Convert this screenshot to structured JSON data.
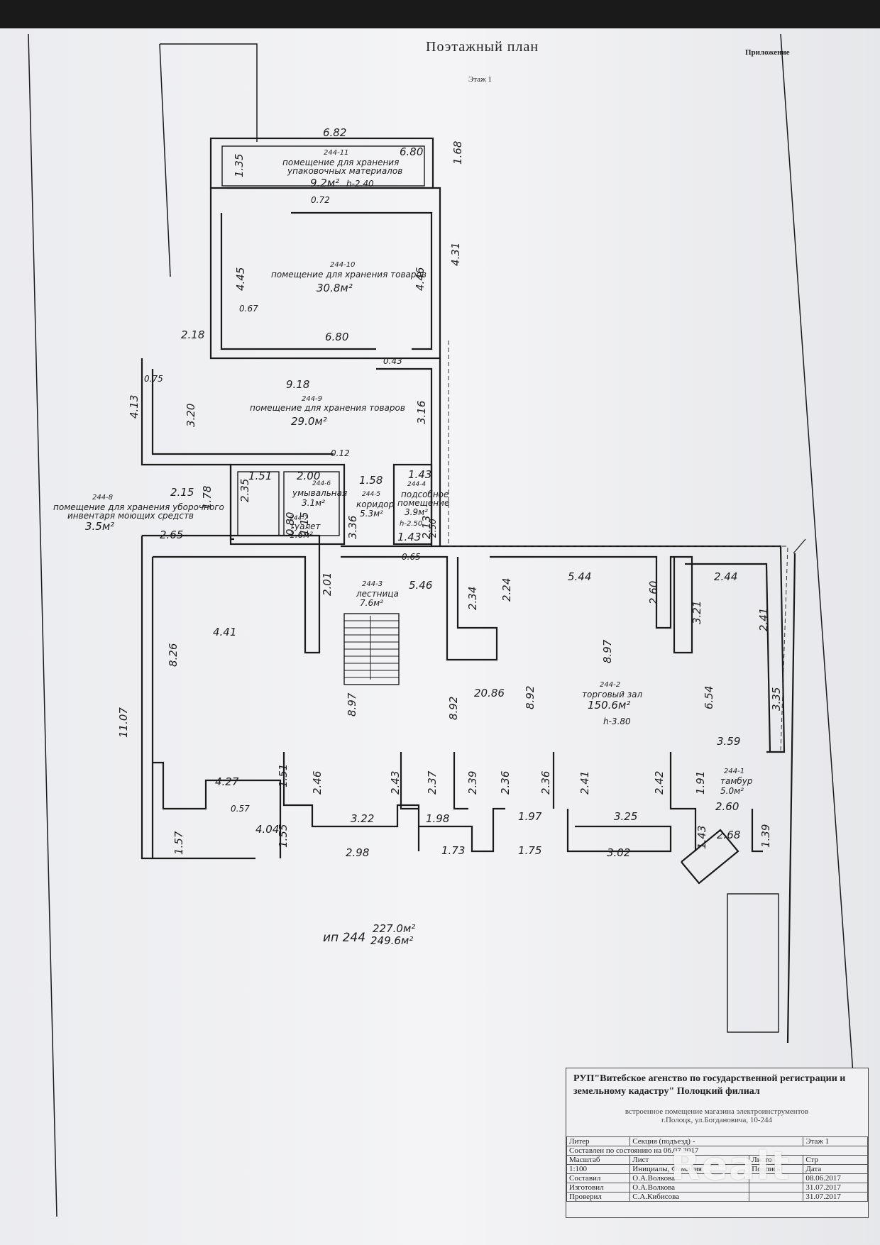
{
  "header": {
    "title": "Поэтажный план",
    "appendix": "Приложение",
    "floor": "Этаж   1"
  },
  "rooms": {
    "r11_id": "244-11",
    "r11_name1": "помещение для хранения",
    "r11_name2": "упаковочных материалов",
    "r11_area": "9.2м²",
    "r11_height": "h-2.40",
    "r10_id": "244-10",
    "r10_name": "помещение для хранения товаров",
    "r10_area": "30.8м²",
    "r9_id": "244-9",
    "r9_name": "помещение для хранения товаров",
    "r9_area": "29.0м²",
    "r8_id": "244-8",
    "r8_name1": "помещение для хранения уборочного",
    "r8_name2": "инвентаря моющих средств",
    "r8_area": "3.5м²",
    "r6_id": "244-6",
    "r6_name": "умывальная",
    "r6_area": "3.1м²",
    "r7_id": "244-7",
    "r7_name": "туалет",
    "r7_area": "1.6м²",
    "r5_id": "244-5",
    "r5_name": "коридор",
    "r5_area": "5.3м²",
    "r4_id": "244-4",
    "r4_name1": "подсобное",
    "r4_name2": "помещение",
    "r4_area": "3.9м²",
    "r4_height": "h-2.50",
    "r3_id": "244-3",
    "r3_name": "лестница",
    "r3_area": "7.6м²",
    "r2_id": "244-2",
    "r2_name": "торговый зал",
    "r2_area": "150.6м²",
    "r2_height": "h-3.80",
    "r1_id": "244-1",
    "r1_name": "тамбур",
    "r1_area": "5.0м²"
  },
  "dims": {
    "d682": "6.82",
    "d680a": "6.80",
    "d168": "1.68",
    "d135": "1.35",
    "d072": "0.72",
    "d431": "4.31",
    "d445": "4.45",
    "d446": "4.46",
    "d067": "0.67",
    "d218": "2.18",
    "d680b": "6.80",
    "d043": "0.43",
    "d075": "0.75",
    "d918": "9.18",
    "d413": "4.13",
    "d320": "3.20",
    "d316": "3.16",
    "d012": "0.12",
    "d151a": "1.51",
    "d200": "2.00",
    "d158": "1.58",
    "d143a": "1.43",
    "d235": "2.35",
    "d215": "2.15",
    "d178": "1.78",
    "d080": "0.80",
    "d115": "1.15",
    "d336": "3.36",
    "d250": "2.50",
    "d213": "2.13",
    "d143b": "1.43",
    "d265": "2.65",
    "d065": "0.65",
    "d201": "2.01",
    "d546": "5.46",
    "d234": "2.34",
    "d224": "2.24",
    "d544": "5.44",
    "d260": "2.60",
    "d244": "2.44",
    "d321": "3.21",
    "d241a": "2.41",
    "d441": "4.41",
    "d826": "8.26",
    "d897a": "8.97",
    "d897b": "8.97",
    "d892a": "8.92",
    "d2086": "20.86",
    "d892b": "8.92",
    "d654": "6.54",
    "d335": "3.35",
    "d1107": "11.07",
    "d359": "3.59",
    "d427": "4.27",
    "d151b": "1.51",
    "d246": "2.46",
    "d243": "2.43",
    "d237": "2.37",
    "d239": "2.39",
    "d236a": "2.36",
    "d236b": "2.36",
    "d241b": "2.41",
    "d242": "2.42",
    "d191": "1.91",
    "d260b": "2.60",
    "d057": "0.57",
    "d322": "3.22",
    "d198": "1.98",
    "d197": "1.97",
    "d325": "3.25",
    "d404": "4.04",
    "d268": "2.68",
    "d157": "1.57",
    "d155": "1.55",
    "d298": "2.98",
    "d173": "1.73",
    "d175": "1.75",
    "d302": "3.02",
    "d143c": "1.43",
    "d139": "1.39"
  },
  "totals": {
    "label": "ип 244",
    "area1": "227.0м²",
    "area2": "249.6м²"
  },
  "stamp": {
    "org": "РУП\"Витебское агенство по государственной регистрации и земельному кадастру\" Полоцкий филиал",
    "obj1": "встроенное помещение магазина электроинструментов",
    "obj2": "г.Полоцк, ул.Богдановича, 10-244",
    "row_liter_label": "Литер",
    "row_liter_val": "Секция (подъезд) -",
    "row_floor": "Этаж 1",
    "row_state": "Составлен по состоянию на 06.07.2017",
    "h_scale": "Масштаб",
    "h_sheet": "Лист",
    "h_sheets": "Листов",
    "h_pages": "Стр",
    "v_scale": "1:100",
    "h_name": "Инициалы, Фамилия",
    "h_sign": "Подпись",
    "h_date": "Дата",
    "role1": "Составил",
    "name1": "О.А.Волкова",
    "date1": "08.06.2017",
    "role2": "Изготовил",
    "name2": "О.А.Волкова",
    "date2": "31.07.2017",
    "role3": "Проверил",
    "name3": "С.А.Кибисова",
    "date3": "31.07.2017"
  },
  "watermark": "Realt"
}
